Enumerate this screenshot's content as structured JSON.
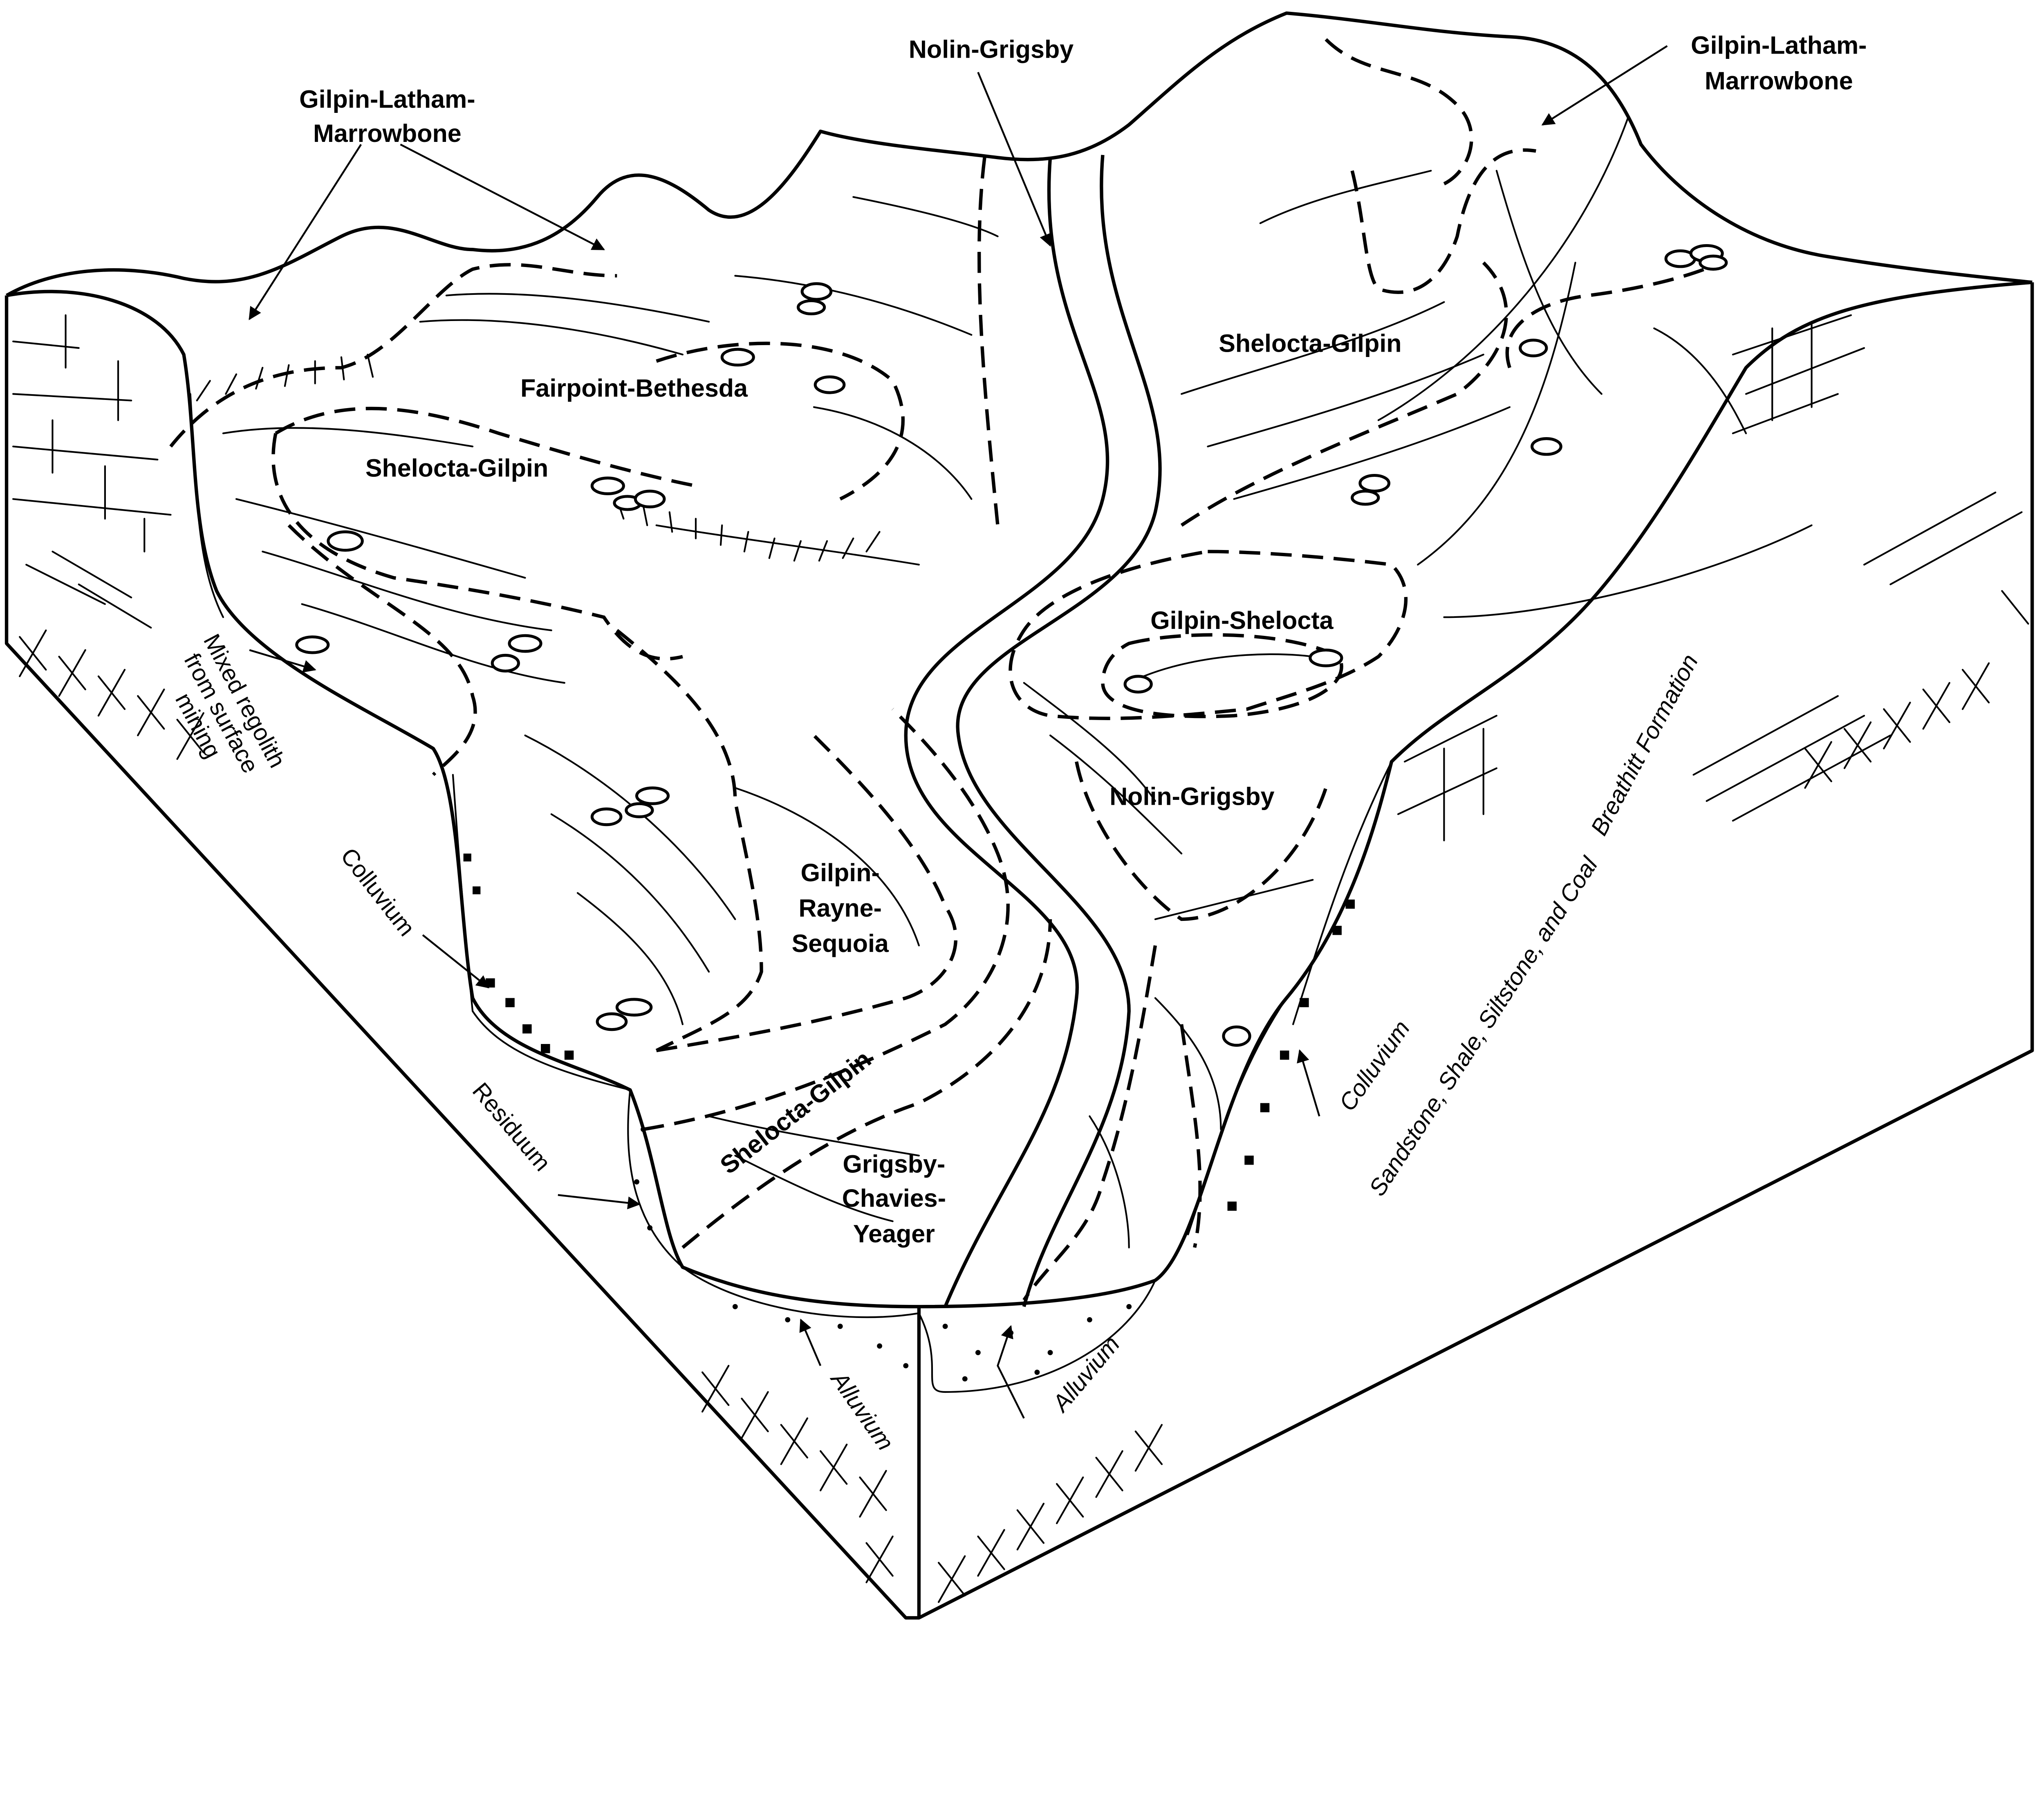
{
  "title_labels": {
    "gilpin_latham_left": [
      "Gilpin-Latham-",
      "Marrowbone"
    ],
    "nolin_grigsby_top": "Nolin-Grigsby",
    "gilpin_latham_right": [
      "Gilpin-Latham-",
      "Marrowbone"
    ]
  },
  "soil_units": {
    "fairpoint_bethesda": "Fairpoint-Bethesda",
    "shelocta_gilpin_left": "Shelocta-Gilpin",
    "shelocta_gilpin_right": "Shelocta-Gilpin",
    "gilpin_shelocta": "Gilpin-Shelocta",
    "nolin_grigsby_middle": "Nolin-Grigsby",
    "gilpin_rayne_sequoia": [
      "Gilpin-",
      "Rayne-",
      "Sequoia"
    ],
    "shelocta_gilpin_lower": "Shelocta-Gilpin",
    "grigsby_chavies_yeager": [
      "Grigsby-",
      "Chavies-",
      "Yeager"
    ]
  },
  "materials": {
    "mixed_regolith": [
      "Mixed regolith",
      "from surface",
      "mining"
    ],
    "colluvium_left": "Colluvium",
    "residuum": "Residuum",
    "alluvium_left": "Alluvium",
    "alluvium_right": "Alluvium",
    "colluvium_right": "Colluvium"
  },
  "geology": {
    "formation": "Breathitt Formation",
    "lithology": "Sandstone, Shale, Siltstone, and Coal"
  }
}
